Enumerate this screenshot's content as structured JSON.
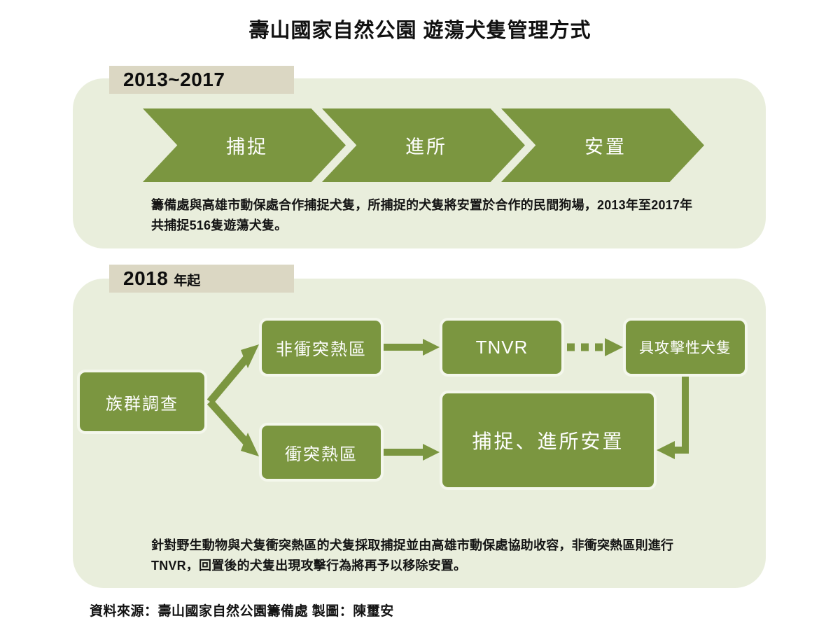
{
  "title": "壽山國家自然公園 遊蕩犬隻管理方式",
  "colors": {
    "green": "#7b9640",
    "panel_bg": "#e9eedc",
    "tag_bg": "#dbd7c3",
    "page_bg": "#ffffff",
    "node_text": "#ffffff"
  },
  "sections": [
    {
      "tag_main": "2013~2017",
      "tag_sub": "",
      "steps": [
        {
          "label": "捕捉"
        },
        {
          "label": "進所"
        },
        {
          "label": "安置"
        }
      ],
      "caption": "籌備處與高雄市動保處合作捕捉犬隻，所捕捉的犬隻將安置於合作的民間狗場，2013年至2017年共捕捉516隻遊蕩犬隻。"
    },
    {
      "tag_main": "2018",
      "tag_sub": "年起",
      "nodes": {
        "survey": "族群調查",
        "non_hotspot": "非衝突熱區",
        "hotspot": "衝突熱區",
        "tnvr": "TNVR",
        "aggressive": "具攻擊性犬隻",
        "capture": "捕捉、進所安置"
      },
      "caption": "針對野生動物與犬隻衝突熱區的犬隻採取捕捉並由高雄市動保處協助收容，非衝突熱區則進行TNVR，回置後的犬隻出現攻擊行為將再予以移除安置。"
    }
  ],
  "source": "資料來源：壽山國家自然公園籌備處 製圖：陳璽安"
}
